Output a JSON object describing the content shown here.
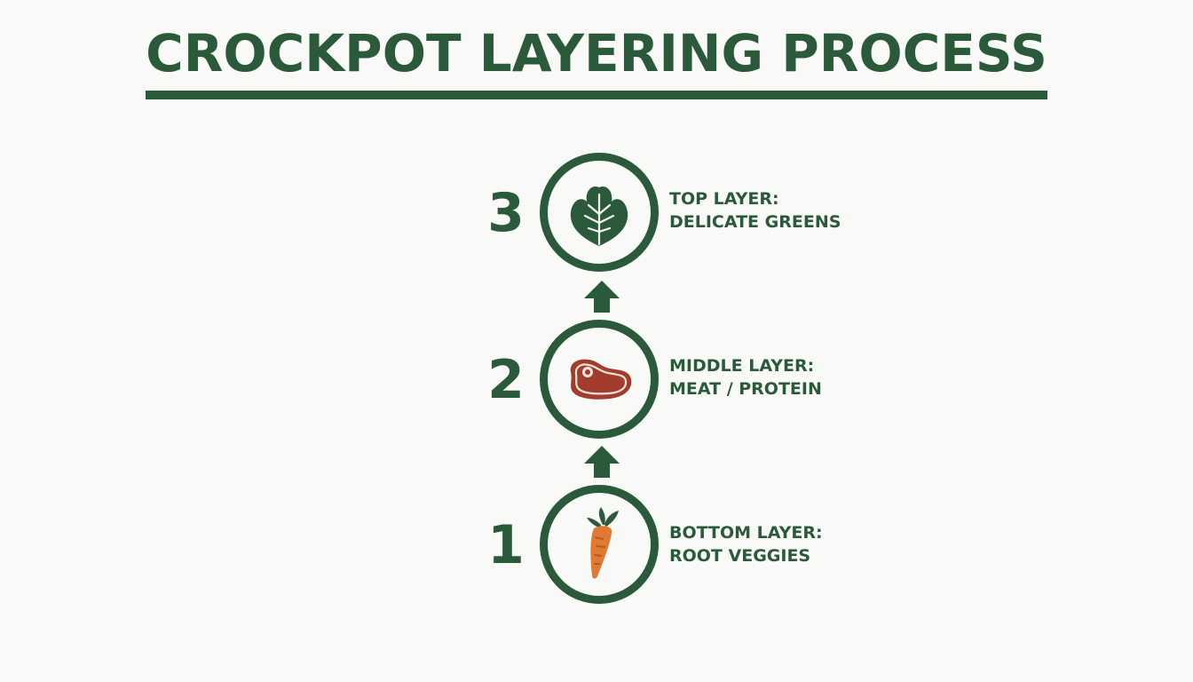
{
  "title": "CROCKPOT LAYERING PROCESS",
  "colors": {
    "primary": "#2a5a3a",
    "background": "#f9f9f8",
    "meat": "#a23d2e",
    "carrot": "#e07a33",
    "greens": "#2a5a3a"
  },
  "layers": [
    {
      "number": "3",
      "icon": "leafy-greens-icon",
      "label_line1": "TOP LAYER:",
      "label_line2": "DELICATE GREENS"
    },
    {
      "number": "2",
      "icon": "steak-icon",
      "label_line1": "MIDDLE LAYER:",
      "label_line2": "MEAT / PROTEIN"
    },
    {
      "number": "1",
      "icon": "carrot-icon",
      "label_line1": "BOTTOM LAYER:",
      "label_line2": "ROOT VEGGIES"
    }
  ]
}
